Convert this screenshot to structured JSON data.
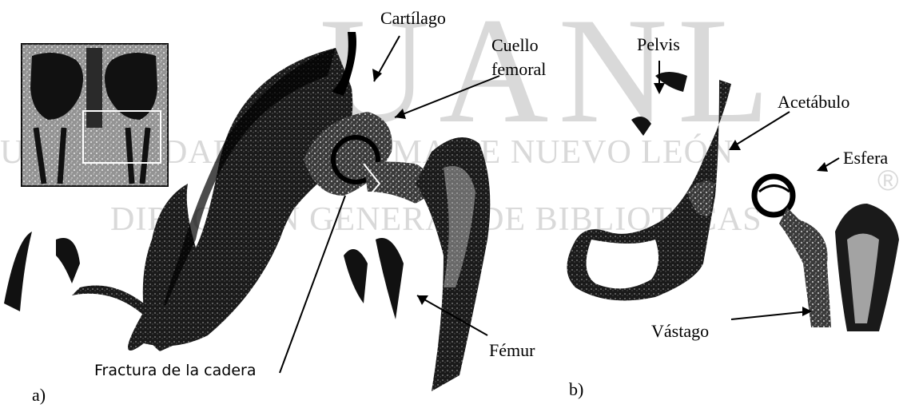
{
  "watermark": {
    "logo_text": "UANL",
    "line1": "UNIVERSIDAD AUTÓNOMA DE NUEVO LEÓN",
    "line2": "DIRECCIÓN GENERAL DE BIBLIOTECAS",
    "registered": "®"
  },
  "figure": {
    "panel_a": {
      "tag": "a)",
      "labels": {
        "cartilage": "Cartílago",
        "neck": "Cuello\nfemoral",
        "fracture": "Fractura de la cadera",
        "femur": "Fémur"
      }
    },
    "panel_b": {
      "tag": "b)",
      "labels": {
        "pelvis": "Pelvis",
        "acetabulum": "Acetábulo",
        "sphere": "Esfera",
        "stem": "Vástago"
      }
    }
  }
}
